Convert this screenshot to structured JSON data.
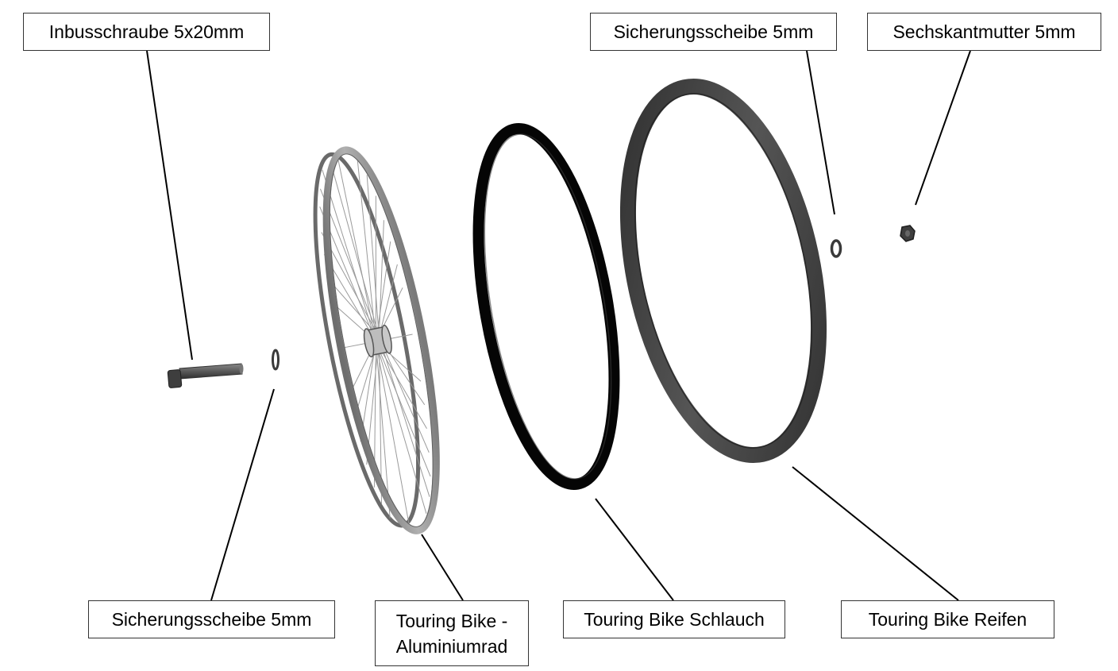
{
  "labels": {
    "inbusschraube": "Inbusschraube 5x20mm",
    "sicherungsscheibe_top": "Sicherungsscheibe 5mm",
    "sechskantmutter": "Sechskantmutter 5mm",
    "sicherungsscheibe_bottom": "Sicherungsscheibe 5mm",
    "aluminiumrad_line1": "Touring Bike -",
    "aluminiumrad_line2": "Aluminiumrad",
    "schlauch": "Touring Bike Schlauch",
    "reifen": "Touring Bike Reifen"
  },
  "colors": {
    "background": "#ffffff",
    "leader_line": "#000000",
    "rim": "#8a8a8a",
    "inner_tube": "#050505",
    "tire": "#3a3a3a",
    "hardware": "#4a4a4a"
  }
}
